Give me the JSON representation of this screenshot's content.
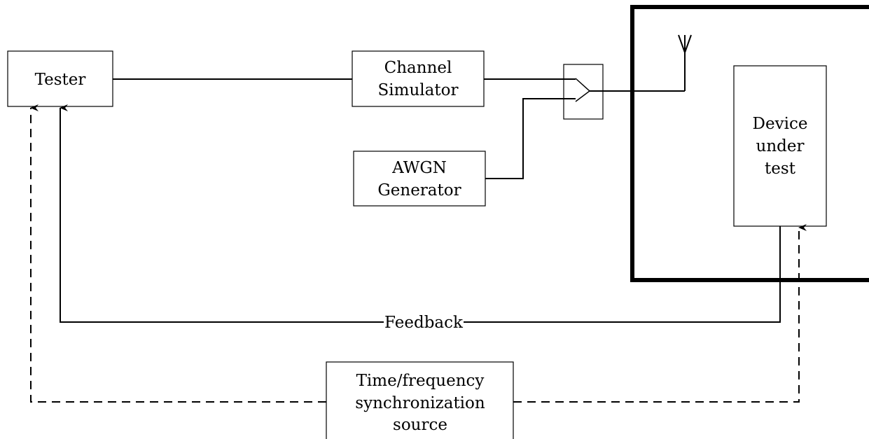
{
  "blocks": {
    "tester": "Tester",
    "channel_simulator": [
      "Channel",
      "Simulator"
    ],
    "awgn_generator": [
      "AWGN",
      "Generator"
    ],
    "device_under_test": [
      "Device",
      "under",
      "test"
    ],
    "sync_source": [
      "Time/frequency",
      "synchronization",
      "source"
    ]
  },
  "labels": {
    "feedback": "Feedback"
  }
}
